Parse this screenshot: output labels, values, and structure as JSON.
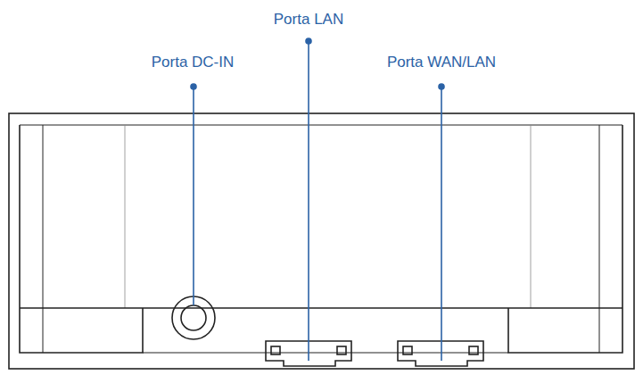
{
  "diagram": {
    "labels": [
      "Porta DC-IN",
      "Porta LAN",
      "Porta WAN/LAN"
    ]
  }
}
